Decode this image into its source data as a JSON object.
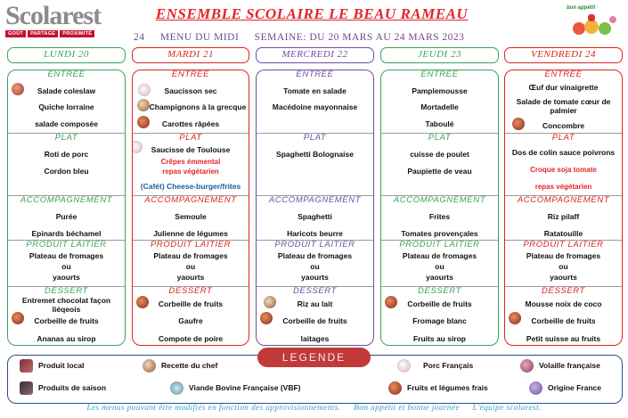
{
  "header": {
    "logo_word": "Scolarest",
    "logo_tags": [
      "GOÛT",
      "PARTAGE",
      "PROXIMITÉ"
    ],
    "title": "ENSEMBLE SCOLAIRE LE BEAU RAMEAU",
    "week_number": "24",
    "menu_label": "MENU DU MIDI",
    "semaine": "SEMAINE: DU 20 MARS AU 24 MARS 2023",
    "mascot_label": "bon appétit"
  },
  "colors": {
    "green": "#3aa35a",
    "red": "#d9261c",
    "purple": "#6f4fa5",
    "legend_blue": "#2e4f8c",
    "legend_title_bg": "#c13a3a"
  },
  "days": [
    {
      "name": "LUNDI 20",
      "entree_label": "ENTREE",
      "entree": [
        "Salade coleslaw",
        "Quiche lorraine",
        "salade composée"
      ],
      "plat_label": "PLAT",
      "plat": [
        "Roti de porc",
        "Cordon bleu"
      ],
      "accomp_label": "ACCOMPAGNEMENT",
      "accomp": [
        "Purée",
        "Epinards béchamel"
      ],
      "laitier_label": "PRODUIT LAITIER",
      "laitier": [
        "Plateau  de fromages",
        "ou",
        "yaourts"
      ],
      "dessert_label": "DESSERT",
      "dessert": [
        "Entremet chocolat façon liéqeois",
        "Corbeille de fruits",
        "Ananas au sirop"
      ]
    },
    {
      "name": "MARDI 21",
      "entree_label": "ENTREE",
      "entree": [
        "Saucisson sec",
        "Champignons à la grecque",
        "Carottes râpées"
      ],
      "plat_label": "PLAT",
      "plat": [
        "Saucisse de Toulouse",
        "Crêpes émmental",
        "repas végétarien",
        "(Cafét) Cheese-burger/frites"
      ],
      "accomp_label": "ACCOMPAGNEMENT",
      "accomp": [
        "Semoule",
        "Julienne de légumes"
      ],
      "laitier_label": "PRODUIT LAITIER",
      "laitier": [
        "Plateau  de fromages",
        "ou",
        "yaourts"
      ],
      "dessert_label": "DESSERT",
      "dessert": [
        "Corbeille de fruits",
        "Gaufre",
        "Compote de poire"
      ]
    },
    {
      "name": "MERCREDI 22",
      "entree_label": "ENTREE",
      "entree": [
        "Tomate en salade",
        "Macédoine mayonnaise"
      ],
      "plat_label": "PLAT",
      "plat": [
        "Spaghetti Bolognaise"
      ],
      "accomp_label": "ACCOMPAGNEMENT",
      "accomp": [
        "Spaghetti",
        "Haricots beurre"
      ],
      "laitier_label": "PRODUIT LAITIER",
      "laitier": [
        "Plateau  de fromages",
        "ou",
        "yaourts"
      ],
      "dessert_label": "DESSERT",
      "dessert": [
        "Riz au lait",
        "Corbeille de fruits",
        "laitages"
      ]
    },
    {
      "name": "JEUDI 23",
      "entree_label": "ENTREE",
      "entree": [
        "Pamplemousse",
        "Mortadelle",
        "Taboulé"
      ],
      "plat_label": "PLAT",
      "plat": [
        "cuisse de poulet",
        "Paupiette de veau"
      ],
      "accomp_label": "ACCOMPAGNEMENT",
      "accomp": [
        "Frites",
        "Tomates provençales"
      ],
      "laitier_label": "PRODUIT LAITIER",
      "laitier": [
        "Plateau  de fromages",
        "ou",
        "yaourts"
      ],
      "dessert_label": "DESSERT",
      "dessert": [
        "Corbeille de fruits",
        "Fromage blanc",
        "Fruits au sirop"
      ]
    },
    {
      "name": "VENDREDI 24",
      "entree_label": "ENTREE",
      "entree": [
        "Œuf dur vinaigrette",
        "Salade de tomate cœur de palmier",
        "Concombre"
      ],
      "plat_label": "PLAT",
      "plat": [
        "Dos de colin sauce poivrons",
        "Croque soja tomate",
        "repas végétarien"
      ],
      "accomp_label": "ACCOMPAGNEMENT",
      "accomp": [
        "Riz pilaff",
        "Ratatouille"
      ],
      "laitier_label": "PRODUIT LAITIER",
      "laitier": [
        "Plateau  de fromages",
        "ou",
        "yaourts"
      ],
      "dessert_label": "DESSERT",
      "dessert": [
        "Mousse noix de coco",
        "Corbeille de fruits",
        "Petit suisse au fruits"
      ]
    }
  ],
  "legend": {
    "title": "LEGENDE",
    "items": [
      {
        "label": "Produit local",
        "icon": "local-product-icon"
      },
      {
        "label": "Produits de saison",
        "icon": "seasonal-product-icon"
      },
      {
        "label": "Recette du chef",
        "icon": "chef-recipe-icon"
      },
      {
        "label": "Viande Bovine Française (VBF)",
        "icon": "french-beef-icon"
      },
      {
        "label": "Porc Français",
        "icon": "french-pork-icon"
      },
      {
        "label": "Fruits et légumes frais",
        "icon": "fresh-produce-icon"
      },
      {
        "label": "Volaille française",
        "icon": "french-poultry-icon"
      },
      {
        "label": "Origine France",
        "icon": "origin-france-icon"
      }
    ]
  },
  "footer": {
    "note": "Les menus pouvant être modifiés en fonction des approvisionnements.",
    "greeting": "Bon appétit et bonne journée",
    "signature": "L'équipe scolarest."
  }
}
